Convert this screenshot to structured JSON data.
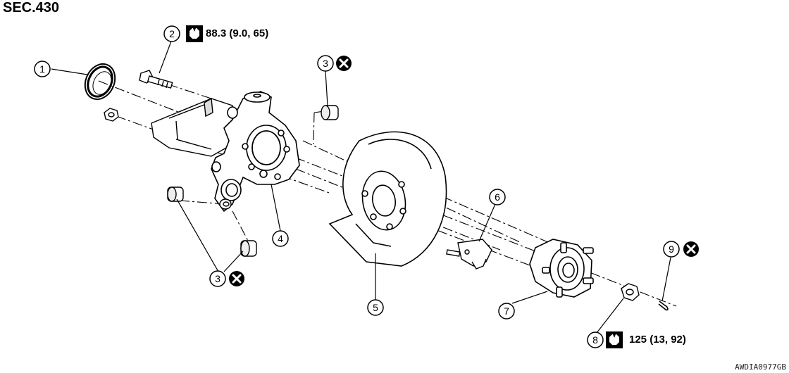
{
  "section": "SEC.430",
  "figure_code": "AWDIA0977GB",
  "torques": {
    "bolt": "88.3 (9.0, 65)",
    "hub_nut": "125 (13, 92)"
  },
  "callouts": [
    {
      "id": "callout-1",
      "label": "1"
    },
    {
      "id": "callout-2",
      "label": "2"
    },
    {
      "id": "callout-3-top",
      "label": "3"
    },
    {
      "id": "callout-3-bottom",
      "label": "3"
    },
    {
      "id": "callout-4",
      "label": "4"
    },
    {
      "id": "callout-5",
      "label": "5"
    },
    {
      "id": "callout-6",
      "label": "6"
    },
    {
      "id": "callout-7",
      "label": "7"
    },
    {
      "id": "callout-8",
      "label": "8"
    },
    {
      "id": "callout-9",
      "label": "9"
    }
  ],
  "icons": {
    "torque": "torque-wrench-icon",
    "replace": "do-not-reuse-icon"
  }
}
